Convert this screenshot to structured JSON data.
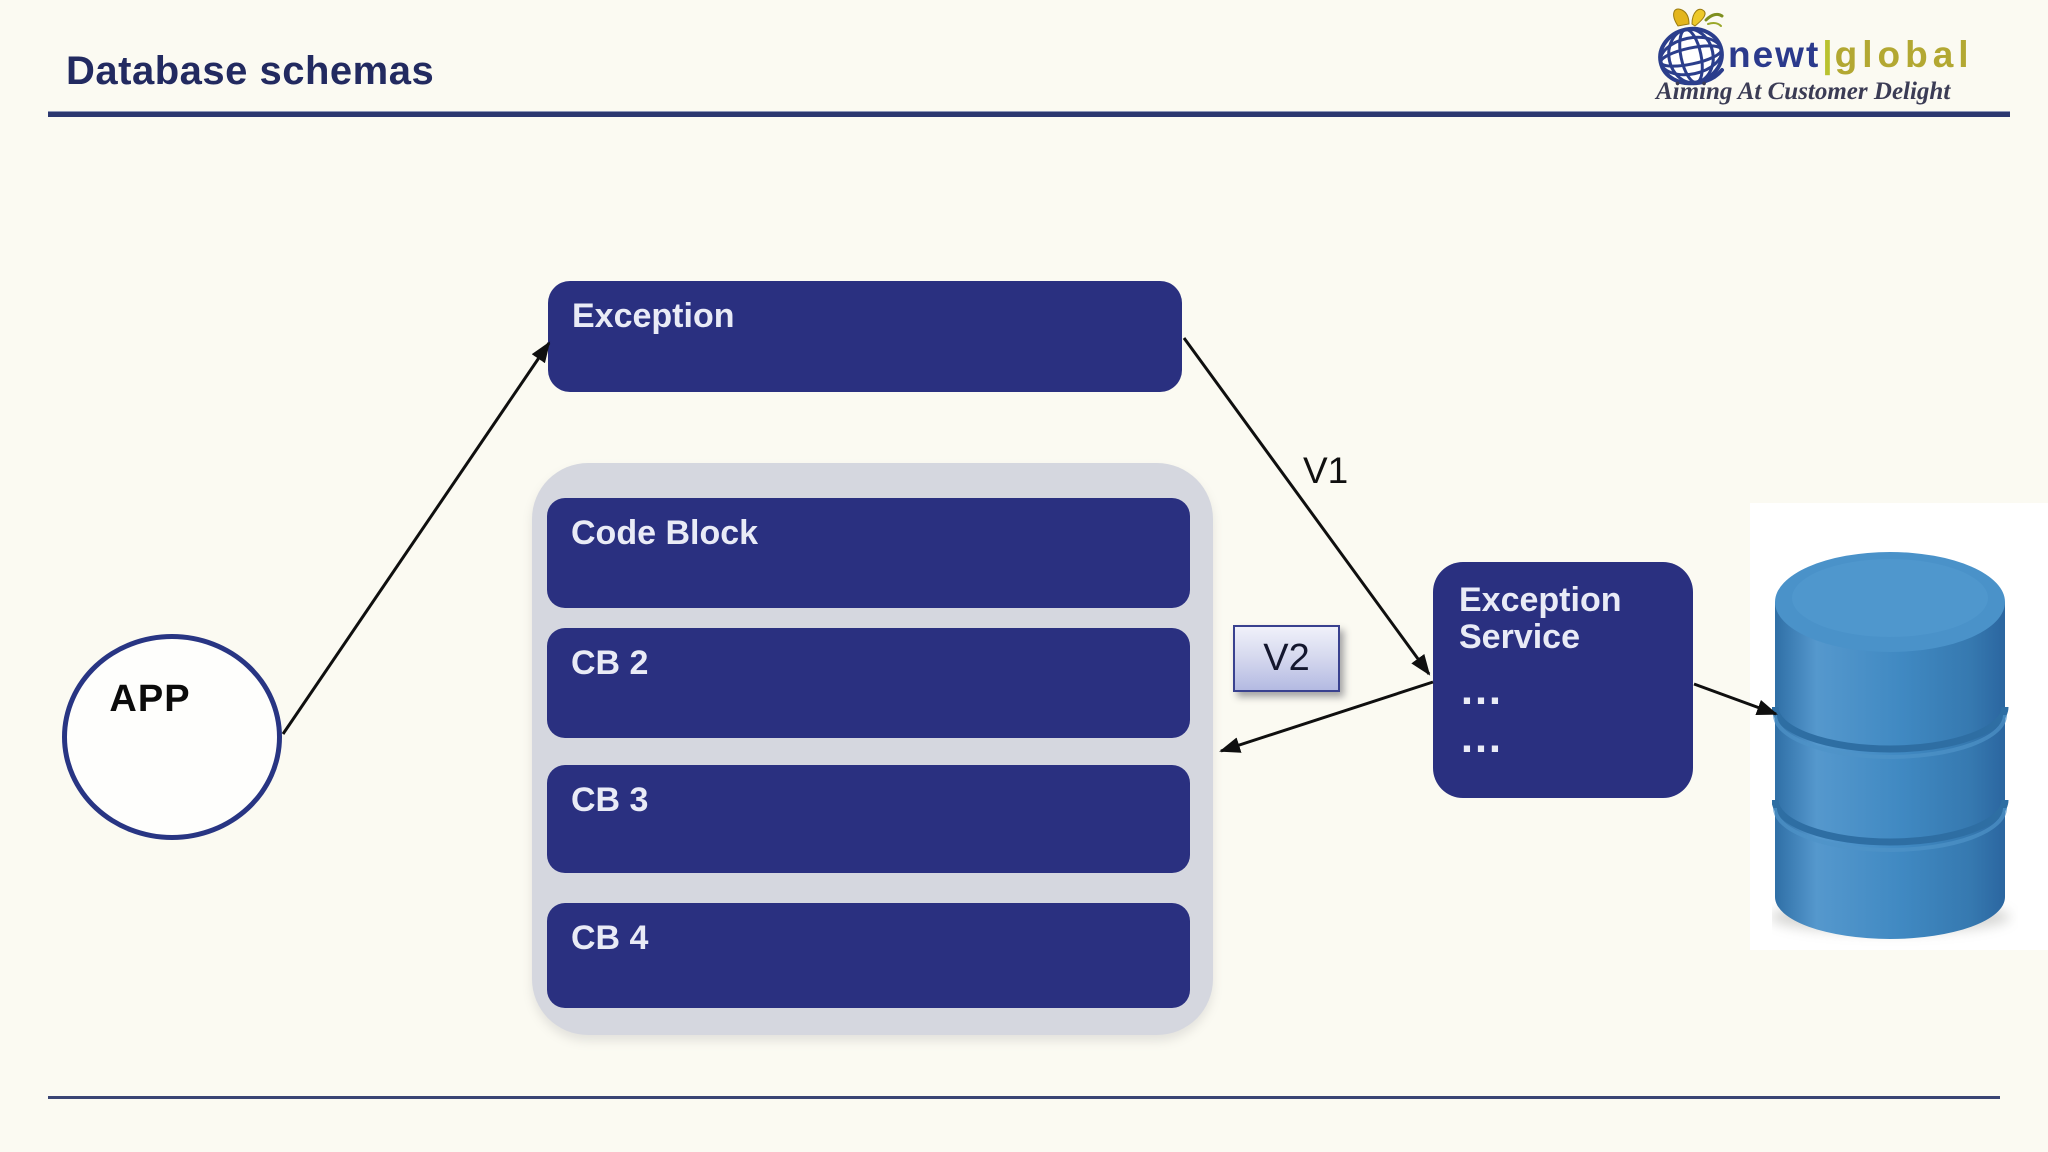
{
  "slide": {
    "title": "Database schemas",
    "background_color": "#FBFAF2",
    "header_rule_color": "#2C3870",
    "footer_rule_color": "#3A4574"
  },
  "logo": {
    "brand_primary": "newt",
    "brand_divider": "|",
    "brand_secondary": "global",
    "tagline": "Aiming At Customer Delight",
    "colors": {
      "brand_primary": "#2B3A8C",
      "brand_secondary": "#B3A832",
      "divider": "#B9C22F",
      "tagline": "#3B3C55",
      "globe": "#2B3E8C",
      "butterfly": "#E3B51C"
    },
    "icons": {
      "globe": "globe-icon",
      "butterfly": "butterfly-icon"
    }
  },
  "diagram": {
    "node_fill_color": "#2A3080",
    "node_text_color": "#E9EBF6",
    "container_fill_color": "#D5D7DF",
    "app": {
      "label": "APP"
    },
    "exception": {
      "label": "Exception"
    },
    "code_block_group": {
      "items": [
        {
          "label": "Code Block"
        },
        {
          "label": "CB 2"
        },
        {
          "label": "CB 3"
        },
        {
          "label": "CB 4"
        }
      ]
    },
    "exception_service": {
      "label": "Exception Service",
      "ellipsis_1": "…",
      "ellipsis_2": "…"
    },
    "edge_labels": {
      "v1": "V1",
      "v2": "V2"
    },
    "database": {
      "icon": "database-cylinder-icon",
      "color": "#3C85BE"
    }
  }
}
